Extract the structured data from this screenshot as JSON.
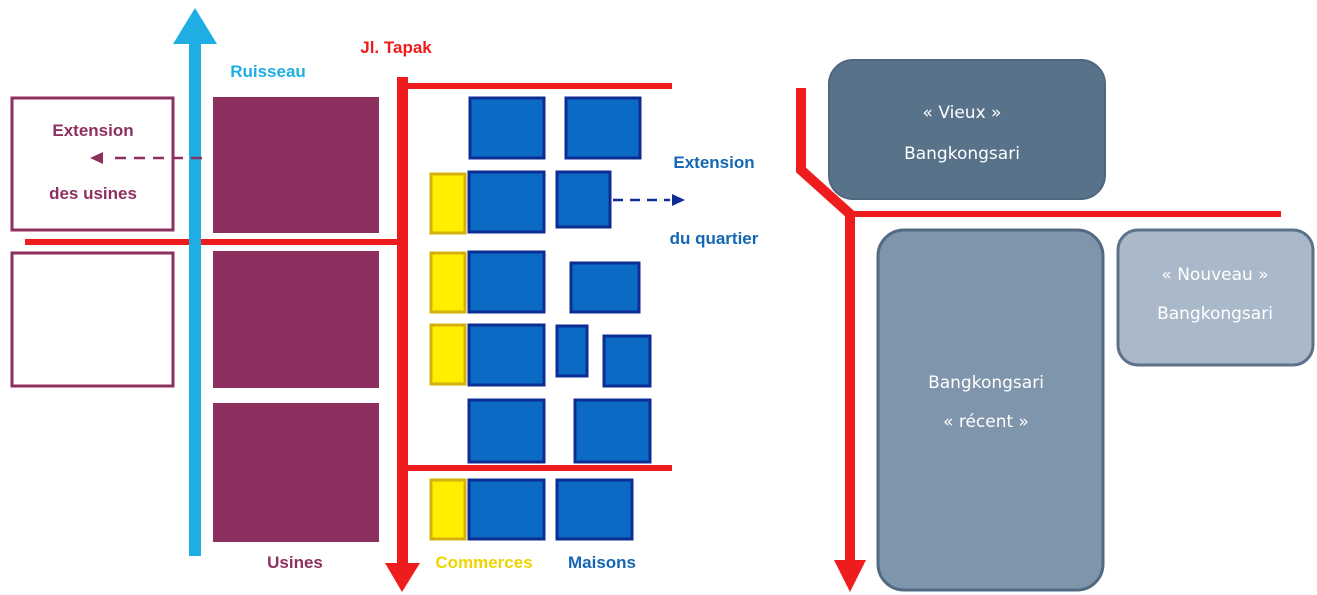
{
  "colors": {
    "road": "#ee1c1c",
    "stream": "#1eaee4",
    "factory": "#8e305f",
    "house_fill": "#0b6bc4",
    "house_border": "#0d2d94",
    "shop_fill": "#ffee00",
    "shop_border": "#d4b20c",
    "zone_old": "#587289",
    "zone_recent": "#7f95ab",
    "zone_new": "#a9b9ca",
    "commerce_text": "#f0d400",
    "maisons_text": "#1566b4"
  },
  "icons": {
    "stream": "up-arrow-icon",
    "road": "down-arrow-icon",
    "factory_extension": "dashed-left-arrow-icon",
    "quarter_extension": "dashed-right-arrow-icon"
  },
  "left_diagram": {
    "stream_label": "Ruisseau",
    "road_label": "Jl. Tapak",
    "factory_extension": {
      "line1": "Extension",
      "line2": "des usines"
    },
    "quarter_extension": {
      "line1": "Extension",
      "line2": "du quartier"
    },
    "legend": {
      "factories": "Usines",
      "shops": "Commerces",
      "houses": "Maisons"
    }
  },
  "right_diagram": {
    "old": {
      "line1": "« Vieux »",
      "line2": "Bangkongsari"
    },
    "recent": {
      "line1": "Bangkongsari",
      "line2": "« récent »"
    },
    "new": {
      "line1": "« Nouveau »",
      "line2": "Bangkongsari"
    }
  }
}
